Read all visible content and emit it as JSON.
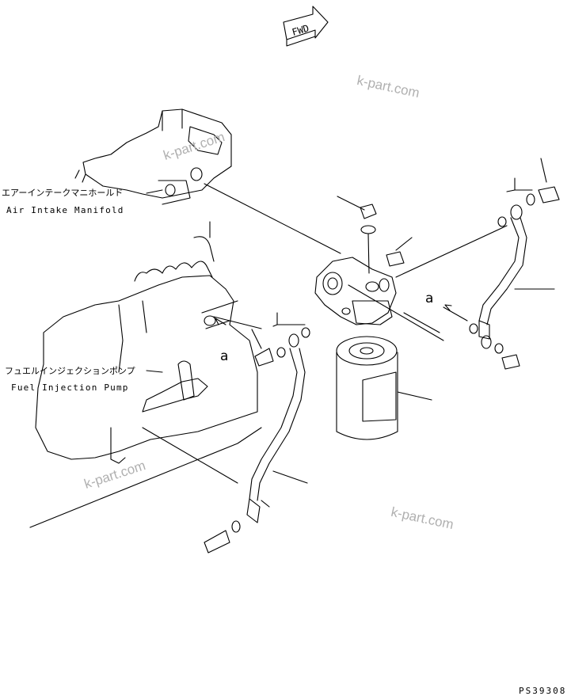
{
  "fwd_arrow": {
    "text": "FWD"
  },
  "labels": {
    "air_intake_ja": "エアーインテークマニホールド",
    "air_intake_en": "Air Intake Manifold",
    "fuel_pump_ja": "フュエルインジェクションポンプ",
    "fuel_pump_en": "Fuel Injection Pump"
  },
  "refs": {
    "a_left": "a",
    "a_right": "a"
  },
  "watermarks": [
    "k-part.com",
    "k-part.com",
    "k-part.com",
    "k-part.com"
  ],
  "drawing_code": "PS39308"
}
